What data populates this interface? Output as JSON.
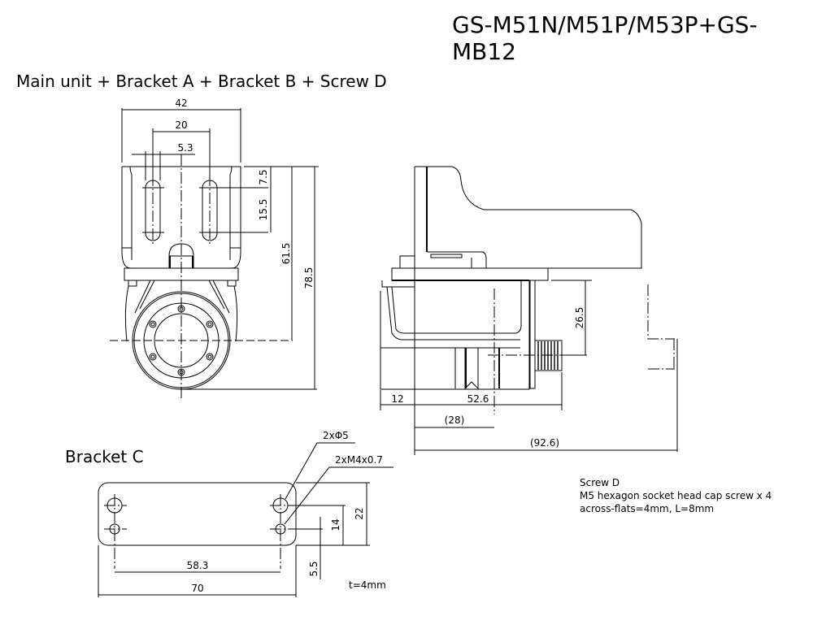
{
  "title": "GS-M51N/M51P/M53P+GS-MB12",
  "assembly_label": "Main unit + Bracket A + Bracket B + Screw D",
  "bracket_c_label": "Bracket C",
  "front_view": {
    "dims": {
      "width_overall": "42",
      "slot_pitch": "20",
      "slot_width": "5.3",
      "slot_top": "7.5",
      "slot_length": "15.5",
      "height_to_center": "61.5",
      "height_overall": "78.5"
    }
  },
  "side_view": {
    "dims": {
      "center_height": "26.5",
      "rear_offset": "12",
      "body_length": "52.6",
      "flange_ref": "(28)",
      "overall_ref": "(92.6)"
    }
  },
  "bracket_c": {
    "dims": {
      "hole_pitch": "58.3",
      "length": "70",
      "height": "22",
      "hole_vertical_pitch": "14",
      "bottom_offset": "5.5"
    },
    "callouts": {
      "through_holes": "2xΦ5",
      "tapped_holes": "2xM4x0.7"
    },
    "thickness": "t=4mm"
  },
  "screw_note": {
    "title": "Screw D",
    "line1": "M5 hexagon socket head cap screw x 4",
    "line2": "across-flats=4mm, L=8mm"
  }
}
